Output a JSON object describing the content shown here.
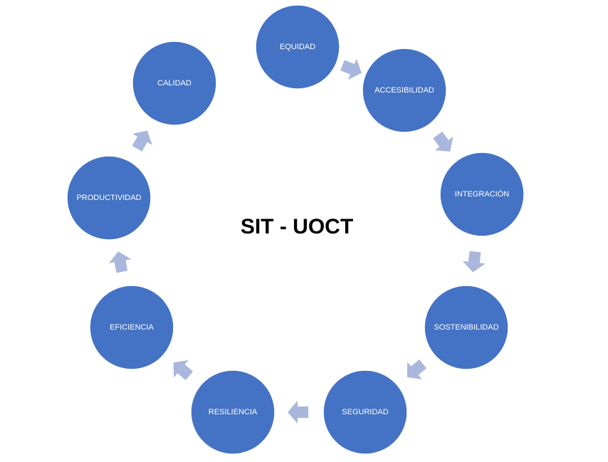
{
  "diagram": {
    "title": "SIT - UOCT",
    "nodes": [
      "EQUIDAD",
      "ACCESIBILIDAD",
      "INTEGRACIÓN",
      "SOSTENIBILIDAD",
      "SEGURIDAD",
      "RESILIENCIA",
      "EFICIENCIA",
      "PRODUCTIVIDAD",
      "CALIDAD"
    ],
    "colors": {
      "node_fill": "#4472c4",
      "node_stroke": "#ffffff",
      "arrow_fill": "#a9b7dd",
      "text": "#ffffff"
    },
    "flow": "clockwise"
  }
}
